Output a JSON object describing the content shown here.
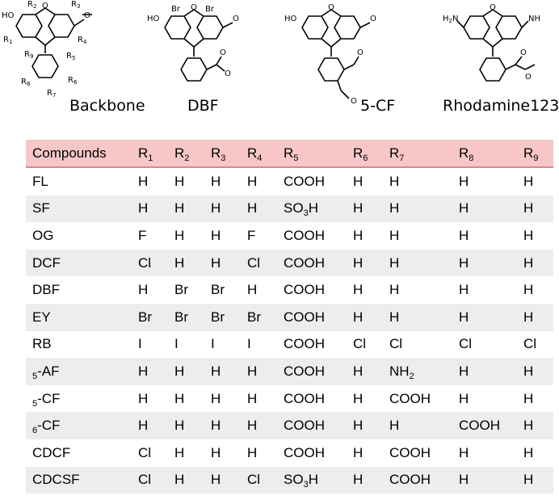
{
  "structures": {
    "labels": [
      "Backbone",
      "DBF",
      "5-CF",
      "Rhodamine123"
    ],
    "atoms": {
      "ho": "HO",
      "o": "O",
      "nh": "NH",
      "h2n": "H2N",
      "br": "Br",
      "r1": "R1",
      "r2": "R2",
      "r3": "R3",
      "r4": "R4",
      "r5": "R5",
      "r6": "R6",
      "r7": "R7",
      "r8": "R8",
      "r9": "R9"
    }
  },
  "table": {
    "headers": [
      {
        "base": "Compounds",
        "sub": ""
      },
      {
        "base": "R",
        "sub": "1"
      },
      {
        "base": "R",
        "sub": "2"
      },
      {
        "base": "R",
        "sub": "3"
      },
      {
        "base": "R",
        "sub": "4"
      },
      {
        "base": "R",
        "sub": "5"
      },
      {
        "base": "R",
        "sub": "6"
      },
      {
        "base": "R",
        "sub": "7"
      },
      {
        "base": "R",
        "sub": "8"
      },
      {
        "base": "R",
        "sub": "9"
      }
    ],
    "rows": [
      [
        "FL",
        "H",
        "H",
        "H",
        "H",
        "COOH",
        "H",
        "H",
        "H",
        "H"
      ],
      [
        "SF",
        "H",
        "H",
        "H",
        "H",
        "SO3H",
        "H",
        "H",
        "H",
        "H"
      ],
      [
        "OG",
        "F",
        "H",
        "H",
        "F",
        "COOH",
        "H",
        "H",
        "H",
        "H"
      ],
      [
        "DCF",
        "Cl",
        "H",
        "H",
        "Cl",
        "COOH",
        "H",
        "H",
        "H",
        "H"
      ],
      [
        "DBF",
        "H",
        "Br",
        "Br",
        "H",
        "COOH",
        "H",
        "H",
        "H",
        "H"
      ],
      [
        "EY",
        "Br",
        "Br",
        "Br",
        "Br",
        "COOH",
        "H",
        "H",
        "H",
        "H"
      ],
      [
        "RB",
        "I",
        "I",
        "I",
        "I",
        "COOH",
        "Cl",
        "Cl",
        "Cl",
        "Cl"
      ],
      [
        "5-AF",
        "H",
        "H",
        "H",
        "H",
        "COOH",
        "H",
        "NH2",
        "H",
        "H"
      ],
      [
        "5-CF",
        "H",
        "H",
        "H",
        "H",
        "COOH",
        "H",
        "COOH",
        "H",
        "H"
      ],
      [
        "6-CF",
        "H",
        "H",
        "H",
        "H",
        "COOH",
        "H",
        "H",
        "COOH",
        "H"
      ],
      [
        "CDCF",
        "Cl",
        "H",
        "H",
        "H",
        "COOH",
        "H",
        "COOH",
        "H",
        "H"
      ],
      [
        "CDCSF",
        "Cl",
        "H",
        "H",
        "Cl",
        "SO3H",
        "H",
        "COOH",
        "H",
        "H"
      ]
    ]
  }
}
